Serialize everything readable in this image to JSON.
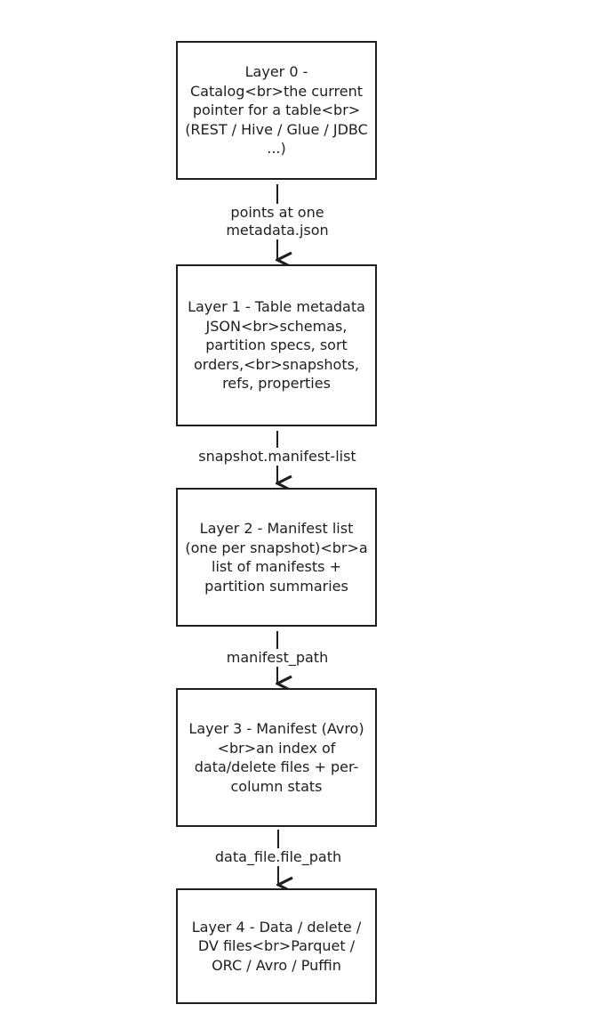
{
  "nodes": [
    {
      "id": "layer-0",
      "text": "Layer 0 - Catalog<br>the current pointer for a table<br>(REST / Hive / Glue / JDBC ...)"
    },
    {
      "id": "layer-1",
      "text": "Layer 1 - Table metadata JSON<br>schemas, partition specs, sort orders,<br>snapshots, refs, properties"
    },
    {
      "id": "layer-2",
      "text": "Layer 2 - Manifest list (one per snapshot)<br>a list of manifests + partition summaries"
    },
    {
      "id": "layer-3",
      "text": "Layer 3 - Manifest (Avro)<br>an index of data/delete files + per-column stats"
    },
    {
      "id": "layer-4",
      "text": "Layer 4 - Data / delete / DV files<br>Parquet / ORC / Avro / Puffin"
    }
  ],
  "edges": [
    {
      "from": "layer-0",
      "to": "layer-1",
      "label": "points at one\nmetadata.json"
    },
    {
      "from": "layer-1",
      "to": "layer-2",
      "label": "snapshot.manifest-list"
    },
    {
      "from": "layer-2",
      "to": "layer-3",
      "label": "manifest_path"
    },
    {
      "from": "layer-3",
      "to": "layer-4",
      "label": "data_file.file_path"
    }
  ]
}
